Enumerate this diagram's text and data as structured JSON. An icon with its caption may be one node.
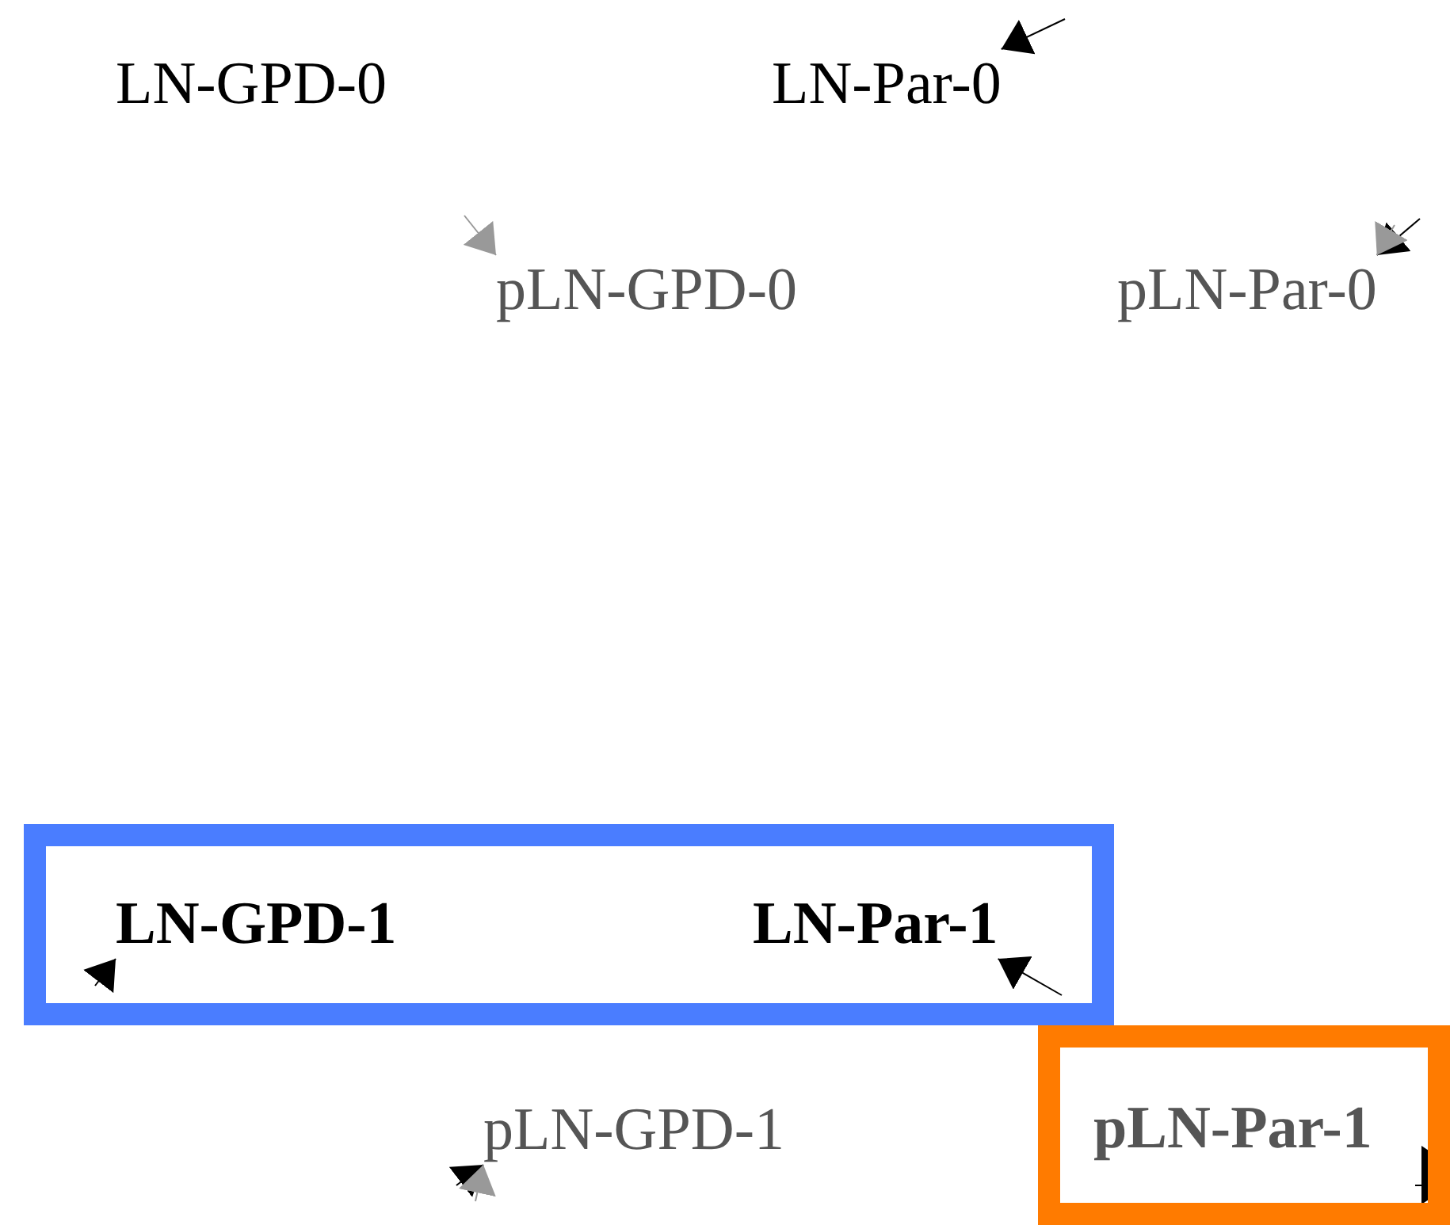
{
  "diagram": {
    "nodes": [
      {
        "text": [
          "LN-GPD-0"
        ]
      },
      {
        "text": [
          "LN-Par-0"
        ]
      },
      {
        "text": [
          "pLN-GPD-0"
        ]
      },
      {
        "text": [
          "pLN-Par-0"
        ]
      },
      {
        "text": [],
        "shape": "box"
      },
      {
        "text": [
          "LN-GPD-1"
        ],
        "in": 4
      },
      {
        "text": [
          "LN-Par-1"
        ],
        "in": 4
      },
      {
        "text": [
          "pLN-GPD-1"
        ]
      },
      {
        "text": [
          "pLN-Par-1"
        ]
      }
    ],
    "edges": [
      {
        "from": null,
        "to": 1,
        "arrow": "to"
      },
      {
        "from": null,
        "to": 2,
        "arrow": "to",
        "color": "#999999"
      },
      {
        "from": null,
        "to": 3,
        "arrow": "to"
      },
      {
        "from": null,
        "to": 3,
        "arrow": "to",
        "color": "#999999"
      },
      {
        "from": null,
        "to": 5,
        "arrow": "to"
      },
      {
        "from": null,
        "to": 6,
        "arrow": "to"
      },
      {
        "from": null,
        "to": 7,
        "arrow": "to"
      },
      {
        "from": null,
        "to": 7,
        "arrow": "to",
        "color": "#999999"
      },
      {
        "from": null,
        "to": 8,
        "arrow": "to"
      },
      {
        "from": null,
        "to": 8,
        "arrow": "to"
      }
    ]
  }
}
